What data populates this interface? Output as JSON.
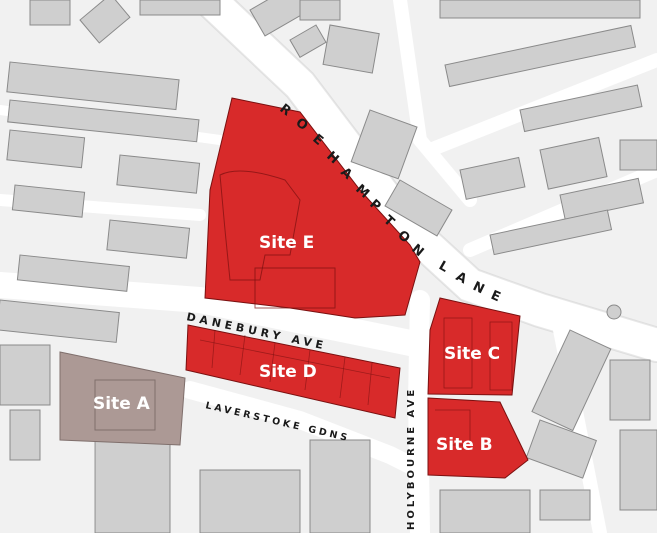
{
  "sites": [
    {
      "id": "E",
      "label": "Site E",
      "color": "#d82a2a"
    },
    {
      "id": "D",
      "label": "Site D",
      "color": "#d82a2a"
    },
    {
      "id": "C",
      "label": "Site C",
      "color": "#d82a2a"
    },
    {
      "id": "B",
      "label": "Site B",
      "color": "#d82a2a"
    },
    {
      "id": "A",
      "label": "Site A",
      "color": "#ac9995"
    }
  ],
  "roads": {
    "roehampton_lane": [
      "R",
      "O",
      "E",
      "H",
      "A",
      "M",
      "P",
      "T",
      "O",
      "N"
    ],
    "lane": [
      "L",
      "A",
      "N",
      "E"
    ],
    "danebury_ave": "DANEBURY AVE",
    "laverstoke_gdns": "LAVERSTOKE GDNS",
    "holybourne_ave": "HOLYBOURNE AVE"
  },
  "colors": {
    "background": "#f4f4f4",
    "building": "#cfcfcf",
    "building_outline": "#8a8a8a",
    "road": "#ffffff",
    "site_red": "#d82a2a",
    "site_a": "#ac9995"
  }
}
